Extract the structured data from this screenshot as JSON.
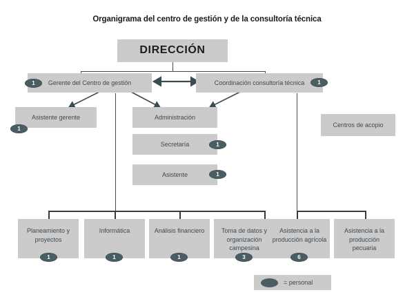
{
  "title": "Organigrama del centro de gestión y de la consultoría técnica",
  "colors": {
    "box_fill": "#cbcbcb",
    "box_text": "#3c4a55",
    "badge_fill": "#4a5d63",
    "badge_text": "#ffffff",
    "connector": "#4a4a4a",
    "title_text": "#1a1a1a",
    "background": "#ffffff"
  },
  "nodes": {
    "direccion": {
      "label": "DIRECCIÓN",
      "staff": ""
    },
    "gerente": {
      "label": "Gerente del Centro de gestión",
      "staff": "1"
    },
    "coordinacion": {
      "label": "Coordinación consultoría técnica",
      "staff": "1"
    },
    "asistente_gerente": {
      "label": "Asistente gerente",
      "staff": "1"
    },
    "administracion": {
      "label": "Administración",
      "staff": ""
    },
    "secretaria": {
      "label": "Secretaría",
      "staff": "1"
    },
    "asistente": {
      "label": "Asistente",
      "staff": "1"
    },
    "centros_acopio": {
      "label": "Centros de acopio",
      "staff": ""
    },
    "planeamiento": {
      "label": "Planeamiento y proyectos",
      "staff": "1"
    },
    "informatica": {
      "label": "Informática",
      "staff": "1"
    },
    "analisis": {
      "label": "Análisis financiero",
      "staff": "1"
    },
    "toma_datos": {
      "label": "Toma de datos y organización campesina",
      "staff": "3"
    },
    "asistencia_agricola": {
      "label": "Asistencia a la producción agrícola",
      "staff": "6"
    },
    "asistencia_pecuaria": {
      "label": "Asistencia a la producción pecuaria",
      "staff": ""
    }
  },
  "legend": {
    "text": "= personal",
    "symbol": "personnel-oval"
  }
}
